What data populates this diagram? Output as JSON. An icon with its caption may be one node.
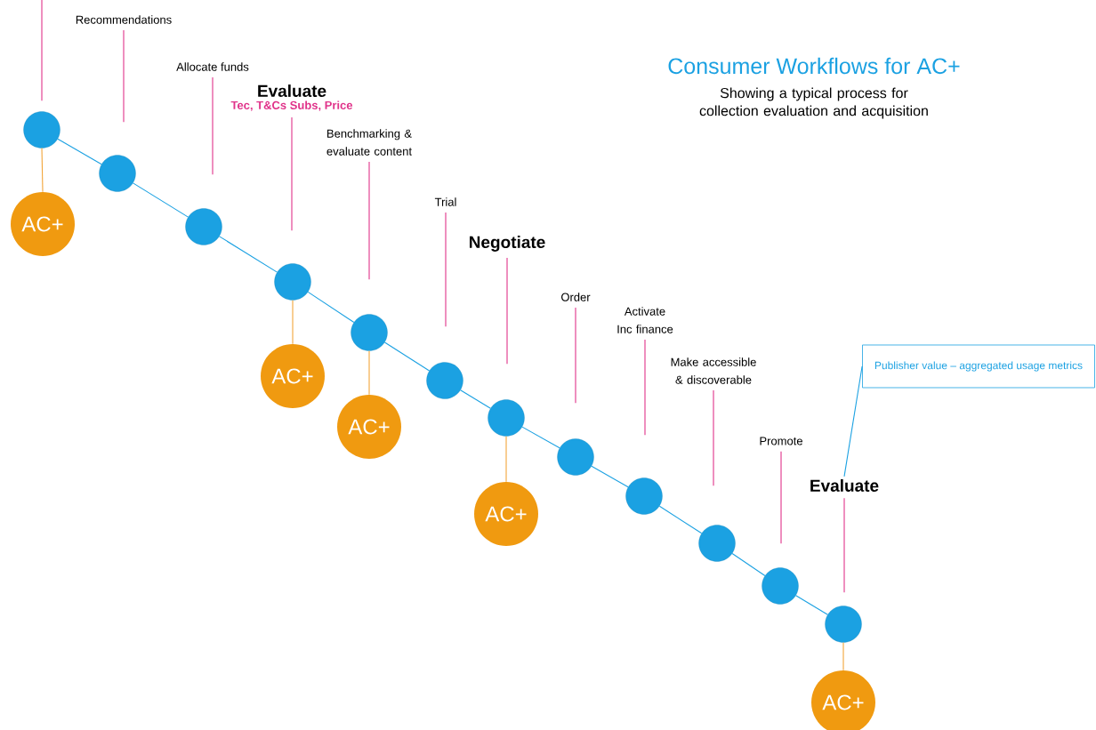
{
  "diagram": {
    "title": "Consumer Workflows for AC+",
    "nodes": [
      {
        "text": [],
        "shape": "circle"
      },
      {
        "text": [],
        "shape": "circle"
      },
      {
        "text": [],
        "shape": "circle"
      },
      {
        "text": [],
        "shape": "circle"
      },
      {
        "text": [],
        "shape": "circle"
      },
      {
        "text": [],
        "shape": "circle"
      },
      {
        "text": [],
        "shape": "circle"
      },
      {
        "text": [],
        "shape": "circle"
      },
      {
        "text": [],
        "shape": "circle"
      },
      {
        "text": [],
        "shape": "circle"
      },
      {
        "text": [],
        "shape": "circle"
      },
      {
        "text": [],
        "shape": "circle"
      },
      {
        "text": [
          "AC+"
        ]
      },
      {
        "text": [
          "AC+"
        ]
      },
      {
        "text": [
          "AC+"
        ]
      },
      {
        "text": [
          "AC+"
        ]
      },
      {
        "text": [
          "AC+"
        ]
      },
      {
        "text": [
          "Recommendations"
        ]
      },
      {
        "text": [
          "Allocate funds"
        ]
      },
      {
        "text": [
          "Evaluate",
          "Tec, T&Cs Subs, Price"
        ]
      },
      {
        "text": [
          "Benchmarking & evaluate content"
        ]
      },
      {
        "text": [
          "Trial"
        ]
      },
      {
        "text": [
          "Negotiate"
        ]
      },
      {
        "text": [
          "Order"
        ]
      },
      {
        "text": [
          "Activate Inc finance"
        ]
      },
      {
        "text": [
          "Make accessible & discoverable"
        ]
      },
      {
        "text": [
          "Promote"
        ]
      },
      {
        "text": [
          "Evaluate"
        ]
      },
      {
        "text": [
          "Publisher value – aggregated usage metrics"
        ]
      }
    ],
    "edges": [
      {
        "from": 0,
        "to": 1,
        "arrow": "none",
        "color": "#1ba1e2"
      },
      {
        "from": 1,
        "to": 2,
        "arrow": "none",
        "color": "#1ba1e2"
      },
      {
        "from": 2,
        "to": 3,
        "arrow": "none",
        "color": "#1ba1e2"
      },
      {
        "from": 3,
        "to": 4,
        "arrow": "none",
        "color": "#1ba1e2"
      },
      {
        "from": 4,
        "to": 5,
        "arrow": "none",
        "color": "#1ba1e2"
      },
      {
        "from": 5,
        "to": 6,
        "arrow": "none",
        "color": "#1ba1e2"
      },
      {
        "from": 6,
        "to": 7,
        "arrow": "none",
        "color": "#1ba1e2"
      },
      {
        "from": 7,
        "to": 8,
        "arrow": "none",
        "color": "#1ba1e2"
      },
      {
        "from": 8,
        "to": 9,
        "arrow": "none",
        "color": "#1ba1e2"
      },
      {
        "from": 9,
        "to": 10,
        "arrow": "none",
        "color": "#1ba1e2"
      },
      {
        "from": 10,
        "to": 11,
        "arrow": "none",
        "color": "#1ba1e2"
      },
      {
        "from": 0,
        "to": 12,
        "arrow": "none",
        "color": "#f2a53a"
      },
      {
        "from": 3,
        "to": 13,
        "arrow": "none",
        "color": "#f2a53a"
      },
      {
        "from": 4,
        "to": 14,
        "arrow": "none",
        "color": "#f2a53a"
      },
      {
        "from": 6,
        "to": 15,
        "arrow": "none",
        "color": "#f2a53a"
      },
      {
        "from": 11,
        "to": 16,
        "arrow": "none",
        "color": "#f2a53a"
      },
      {
        "from": null,
        "to": 0,
        "arrow": "none",
        "color": "#e0338a"
      },
      {
        "from": 17,
        "to": 1,
        "arrow": "none",
        "color": "#e0338a"
      },
      {
        "from": 18,
        "to": 2,
        "arrow": "none",
        "color": "#e0338a"
      },
      {
        "from": 19,
        "to": 3,
        "arrow": "none",
        "color": "#e0338a"
      },
      {
        "from": 20,
        "to": 4,
        "arrow": "none",
        "color": "#e0338a"
      },
      {
        "from": 21,
        "to": 5,
        "arrow": "none",
        "color": "#e0338a"
      },
      {
        "from": 22,
        "to": 6,
        "arrow": "none",
        "color": "#e0338a"
      },
      {
        "from": 23,
        "to": 7,
        "arrow": "none",
        "color": "#e0338a"
      },
      {
        "from": 24,
        "to": 8,
        "arrow": "none",
        "color": "#e0338a"
      },
      {
        "from": 25,
        "to": 9,
        "arrow": "none",
        "color": "#e0338a"
      },
      {
        "from": 26,
        "to": 10,
        "arrow": "none",
        "color": "#e0338a"
      },
      {
        "from": 27,
        "to": 11,
        "arrow": "none",
        "color": "#e0338a"
      },
      {
        "from": 28,
        "to": 27,
        "arrow": "none",
        "color": "#1ba1e2"
      }
    ],
    "labels": [
      "Showing a typical process for collection evaluation and acquisition"
    ]
  }
}
